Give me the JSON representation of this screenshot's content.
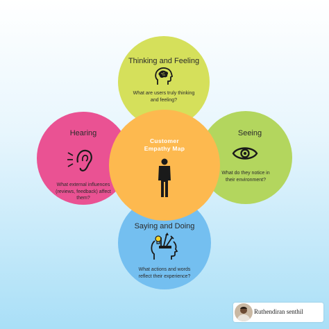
{
  "diagram": {
    "center": {
      "line1": "Customer",
      "line2": "Empathy Map",
      "icon": "person-icon"
    },
    "thinking": {
      "title": "Thinking and Feeling",
      "line1": "What are users truly thinking",
      "line2": "and feeling?",
      "icon": "brain-head-icon",
      "color": "#d5e05b"
    },
    "hearing": {
      "title": "Hearing",
      "line1": "What external influences",
      "line2": "(reviews, feedback) affect",
      "line3": "them?",
      "icon": "ear-icon",
      "color": "#ea5293"
    },
    "seeing": {
      "title": "Seeing",
      "line1": "What do they notice in",
      "line2": "their environment?",
      "icon": "eye-icon",
      "color": "#b3d65e"
    },
    "saying": {
      "title": "Saying and Doing",
      "line1": "What actions and words",
      "line2": "reflect their experience?",
      "icon": "head-tools-icon",
      "color": "#74bff0"
    }
  },
  "author": {
    "name": "Ruthendiran senthil",
    "icon": "avatar"
  },
  "colors": {
    "center": "#fdb94f",
    "background_bottom": "#a9dff7"
  }
}
